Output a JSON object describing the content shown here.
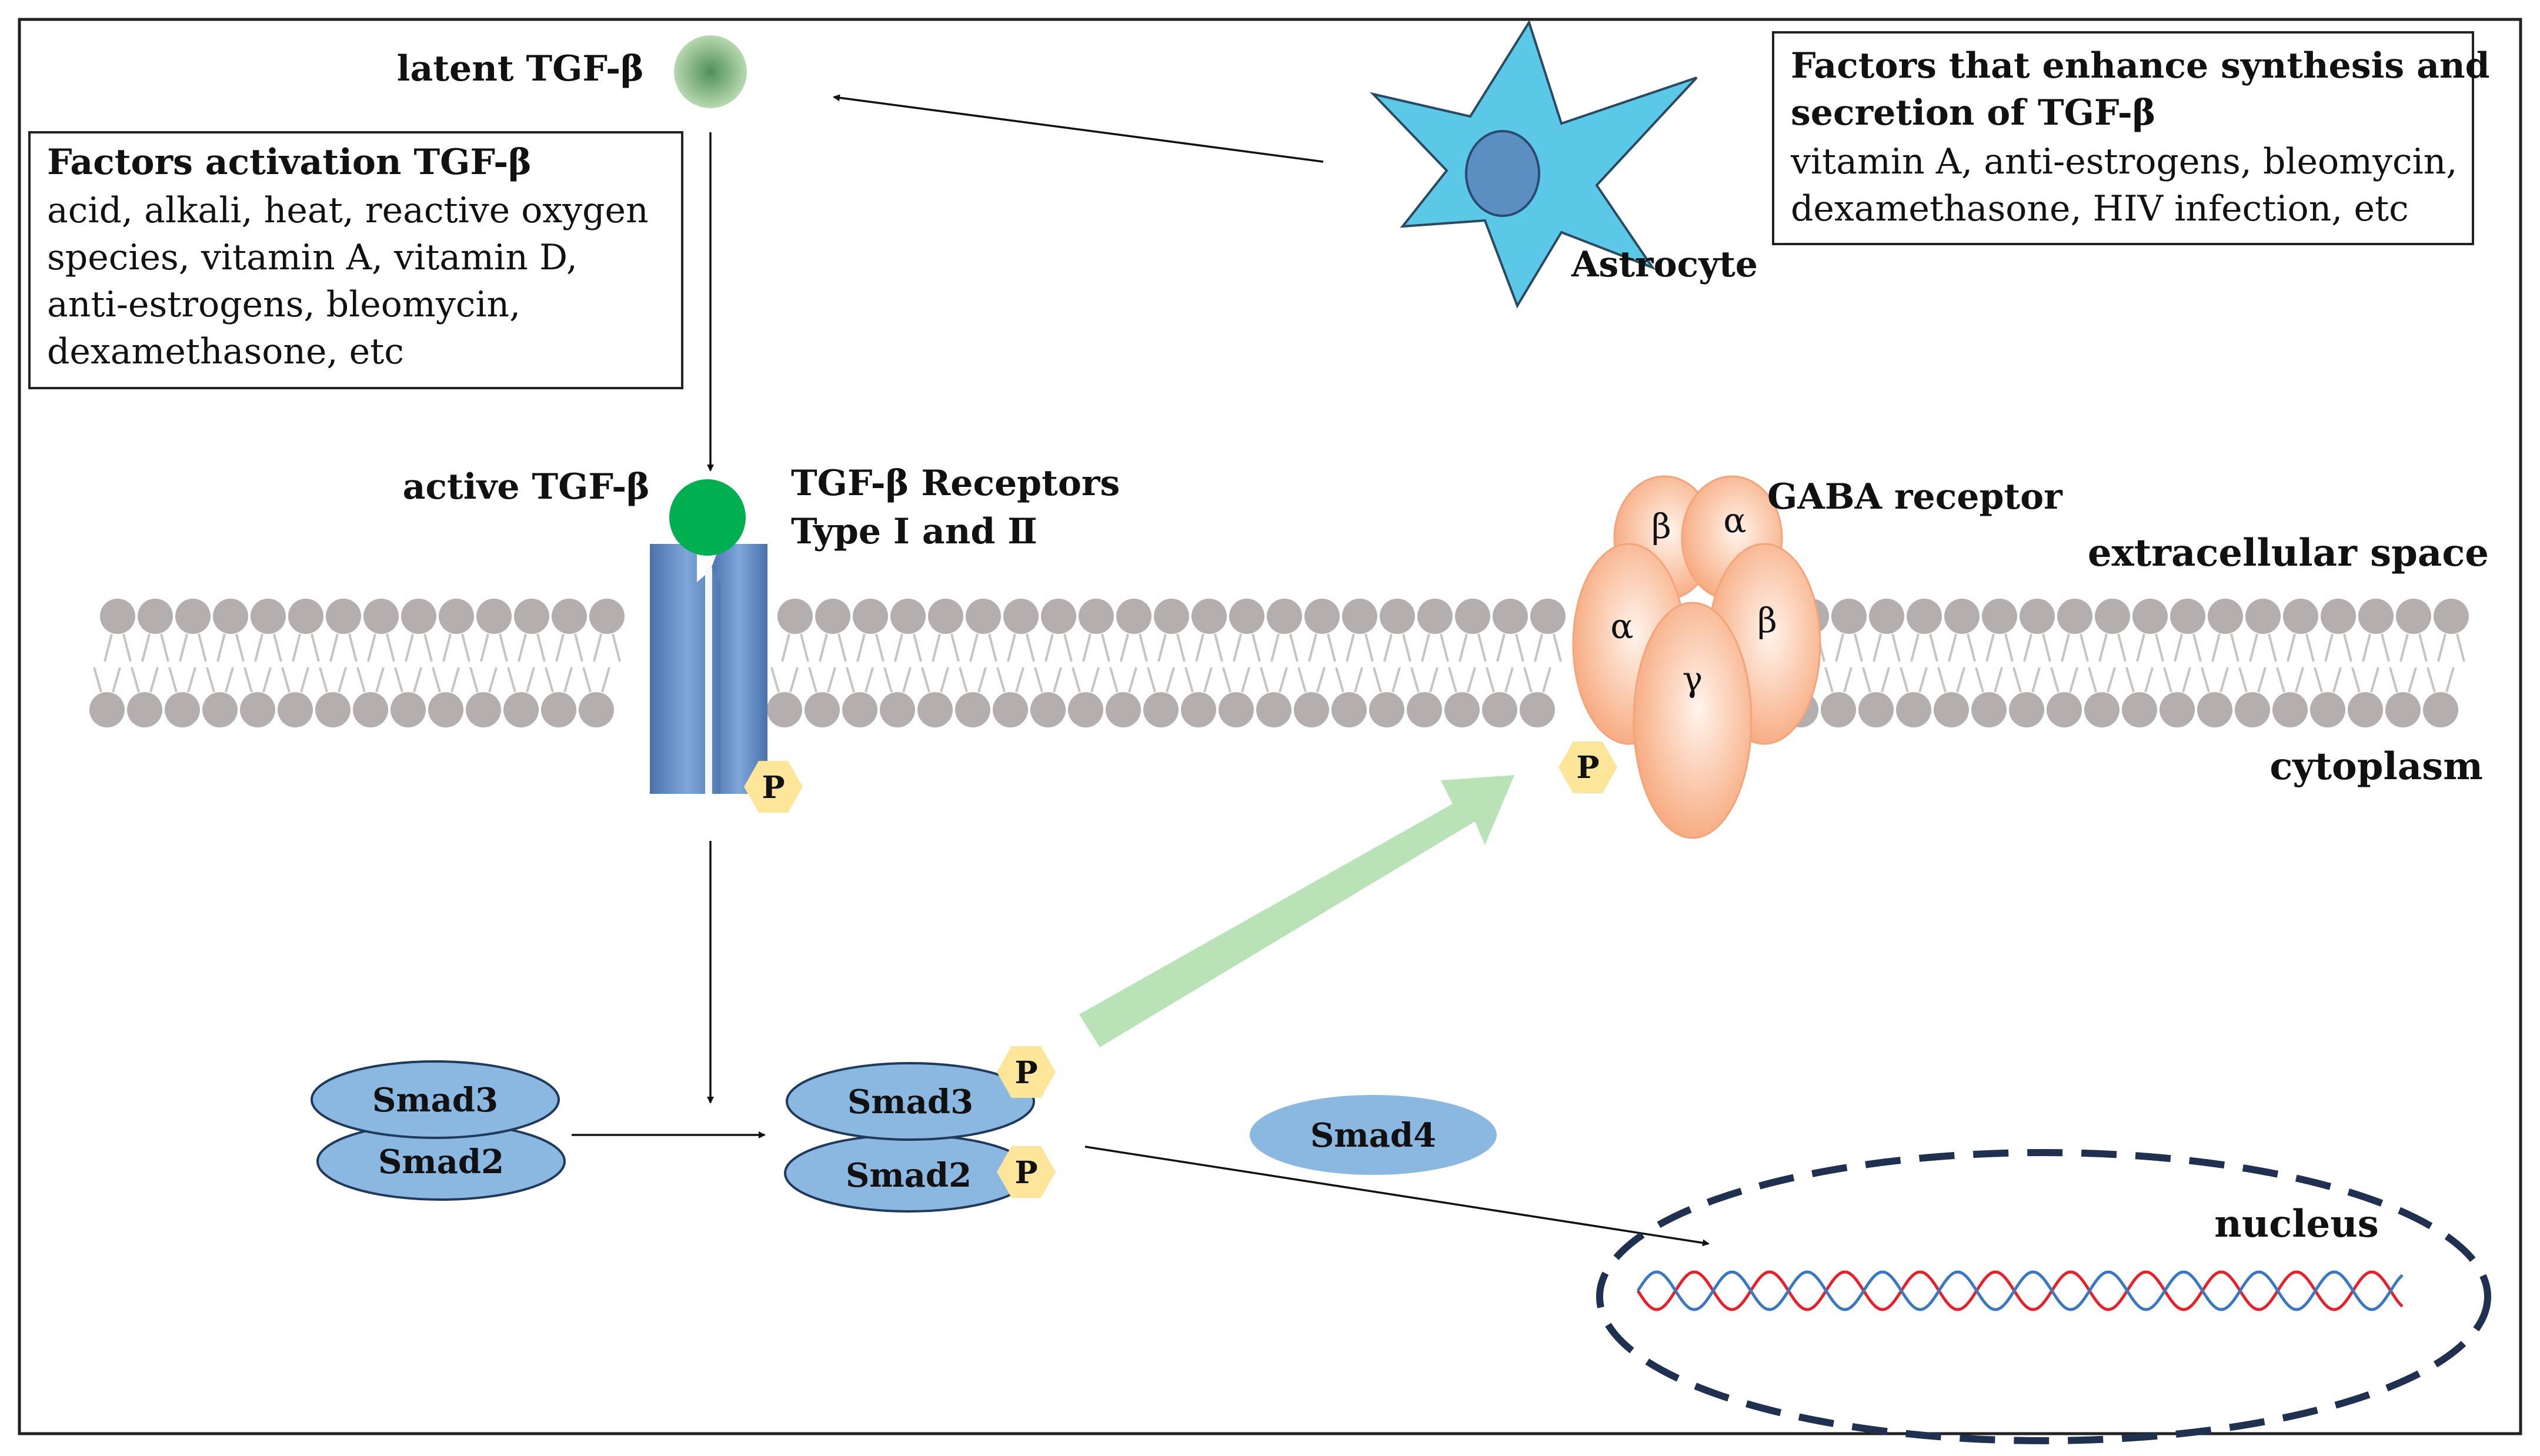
{
  "labels": {
    "latent_tgf": "latent TGF-β",
    "active_tgf": "active TGF-β",
    "receptors_line1": "TGF-β Receptors",
    "receptors_line2": "Type  Ⅰ  and  Ⅱ",
    "astrocyte": "Astrocyte",
    "gaba_receptor": "GABA receptor",
    "extracellular": "extracellular space",
    "cytoplasm": "cytoplasm",
    "nucleus": "nucleus",
    "phospho": "P",
    "smad3": "Smad3",
    "smad2": "Smad2",
    "smad4": "Smad4",
    "subunit_beta": "β",
    "subunit_alpha": "α",
    "subunit_gamma": "γ"
  },
  "activation_box": {
    "title": "Factors activation TGF-β",
    "lines": [
      "acid, alkali, heat, reactive oxygen",
      "species, vitamin A, vitamin D,",
      "anti-estrogens, bleomycin,",
      "dexamethasone, etc"
    ]
  },
  "synthesis_box": {
    "title_lines": [
      "Factors that enhance synthesis and",
      "secretion of TGF-β"
    ],
    "lines": [
      "vitamin A, anti-estrogens, bleomycin,",
      "dexamethasone, HIV infection, etc"
    ]
  },
  "colors": {
    "receptor_blue": "#5b86c0",
    "ligand_green": "#00b050",
    "latent_green": "#8fbc8f",
    "astrocyte_fill": "#5bc8e8",
    "nucleus_dash": "#1f3050",
    "gaba_orange": "#f9b48a",
    "smad_blue": "#8ab8e0",
    "phospho_yellow": "#fde69a",
    "membrane_grey": "#b4aeae",
    "big_arrow_green": "#b9e2b6",
    "dna_red": "#e8202a",
    "dna_blue": "#3a78c0"
  }
}
